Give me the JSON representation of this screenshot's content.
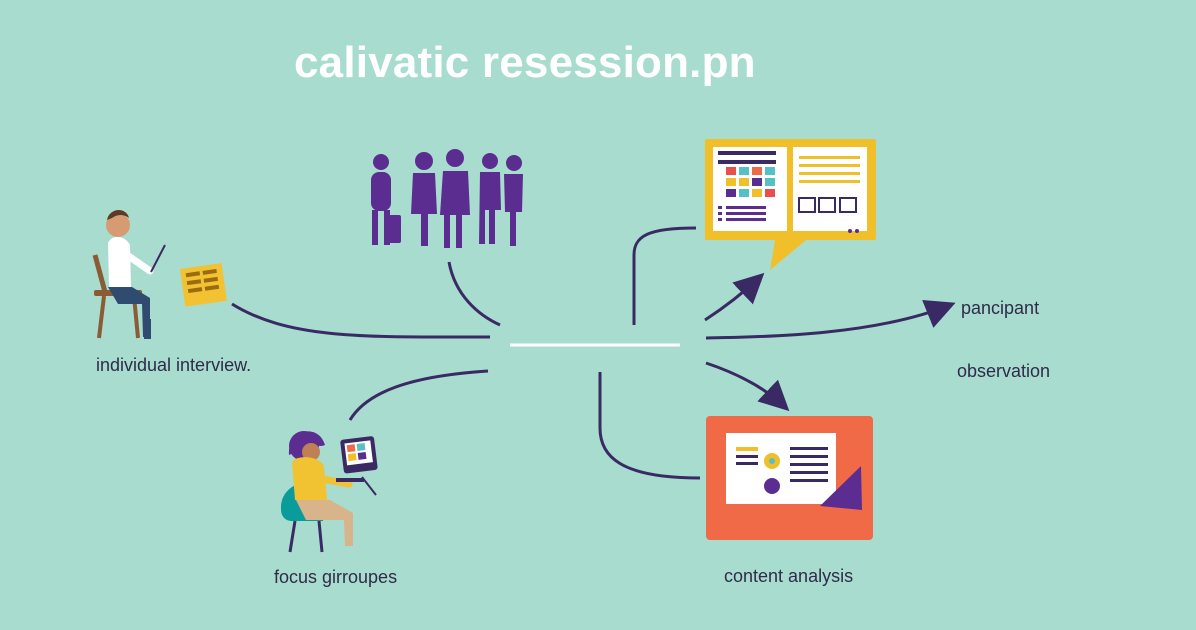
{
  "diagram": {
    "title": "calivatic resession.pn",
    "labels": {
      "individual_interview": "individual interview.",
      "focus_groups": "focus girroupes",
      "participant": "pancipant",
      "observation": "observation",
      "content_analysis": "content analysis"
    },
    "colors": {
      "background": "#a8dccf",
      "primary_line": "#3a2a63",
      "purple": "#5c2d91",
      "accent_yellow": "#f0bf2a",
      "accent_orange": "#f06a48",
      "white": "#ffffff"
    },
    "icons": {
      "interview_person": "seated-person-icon",
      "group_people": "group-silhouette-icon",
      "dashboard_bubble": "dashboard-speech-bubble-icon",
      "focus_person": "seated-laptop-person-icon",
      "analysis_card": "content-analysis-card-icon",
      "arrow": "arrow-icon"
    }
  }
}
